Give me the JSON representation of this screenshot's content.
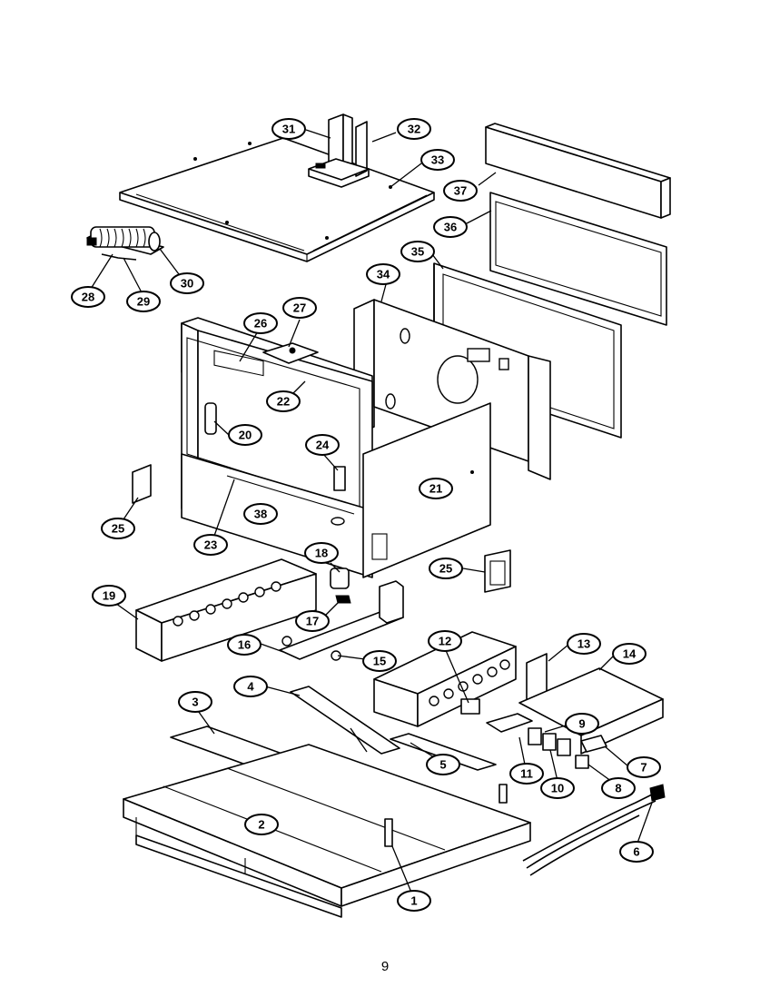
{
  "page_number": "9",
  "callouts": [
    {
      "id": "c1",
      "label": "1"
    },
    {
      "id": "c2",
      "label": "2"
    },
    {
      "id": "c3",
      "label": "3"
    },
    {
      "id": "c4",
      "label": "4"
    },
    {
      "id": "c5",
      "label": "5"
    },
    {
      "id": "c6",
      "label": "6"
    },
    {
      "id": "c7",
      "label": "7"
    },
    {
      "id": "c8",
      "label": "8"
    },
    {
      "id": "c9",
      "label": "9"
    },
    {
      "id": "c10",
      "label": "10"
    },
    {
      "id": "c11",
      "label": "11"
    },
    {
      "id": "c12",
      "label": "12"
    },
    {
      "id": "c13",
      "label": "13"
    },
    {
      "id": "c14",
      "label": "14"
    },
    {
      "id": "c15",
      "label": "15"
    },
    {
      "id": "c16",
      "label": "16"
    },
    {
      "id": "c17",
      "label": "17"
    },
    {
      "id": "c18",
      "label": "18"
    },
    {
      "id": "c19",
      "label": "19"
    },
    {
      "id": "c20",
      "label": "20"
    },
    {
      "id": "c21",
      "label": "21"
    },
    {
      "id": "c22",
      "label": "22"
    },
    {
      "id": "c23",
      "label": "23"
    },
    {
      "id": "c24",
      "label": "24"
    },
    {
      "id": "c25a",
      "label": "25"
    },
    {
      "id": "c25b",
      "label": "25"
    },
    {
      "id": "c26",
      "label": "26"
    },
    {
      "id": "c27",
      "label": "27"
    },
    {
      "id": "c28",
      "label": "28"
    },
    {
      "id": "c29",
      "label": "29"
    },
    {
      "id": "c30",
      "label": "30"
    },
    {
      "id": "c31",
      "label": "31"
    },
    {
      "id": "c32",
      "label": "32"
    },
    {
      "id": "c33",
      "label": "33"
    },
    {
      "id": "c34",
      "label": "34"
    },
    {
      "id": "c35",
      "label": "35"
    },
    {
      "id": "c36",
      "label": "36"
    },
    {
      "id": "c37",
      "label": "37"
    },
    {
      "id": "c38",
      "label": "38"
    }
  ]
}
